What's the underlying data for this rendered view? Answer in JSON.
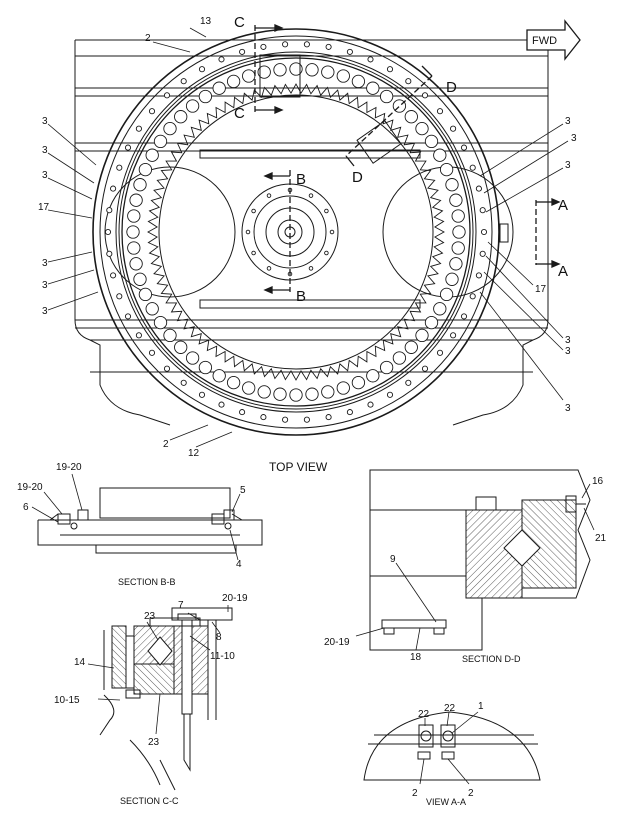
{
  "fwd_label": "FWD",
  "section_letters": {
    "a": "A",
    "b": "B",
    "c": "C",
    "d": "D"
  },
  "titles": {
    "top_view": "TOP VIEW",
    "section_bb": "SECTION B-B",
    "section_cc": "SECTION C-C",
    "section_dd": "SECTION D-D",
    "view_aa": "VIEW A-A"
  },
  "callouts": {
    "c13": "13",
    "c2": "2",
    "c12": "12",
    "c17": "17",
    "c3": "3",
    "c19_20": "19-20",
    "c20_19": "20-19",
    "c5": "5",
    "c6": "6",
    "c4": "4",
    "c16": "16",
    "c21": "21",
    "c9": "9",
    "c18": "18",
    "c7": "7",
    "c8": "8",
    "c23": "23",
    "c14": "14",
    "c11_10": "11-10",
    "c10_15": "10-15",
    "c22": "22",
    "c1": "1"
  },
  "colors": {
    "line": "#1a1a1a",
    "hatch": "#333333",
    "paper": "#ffffff"
  }
}
